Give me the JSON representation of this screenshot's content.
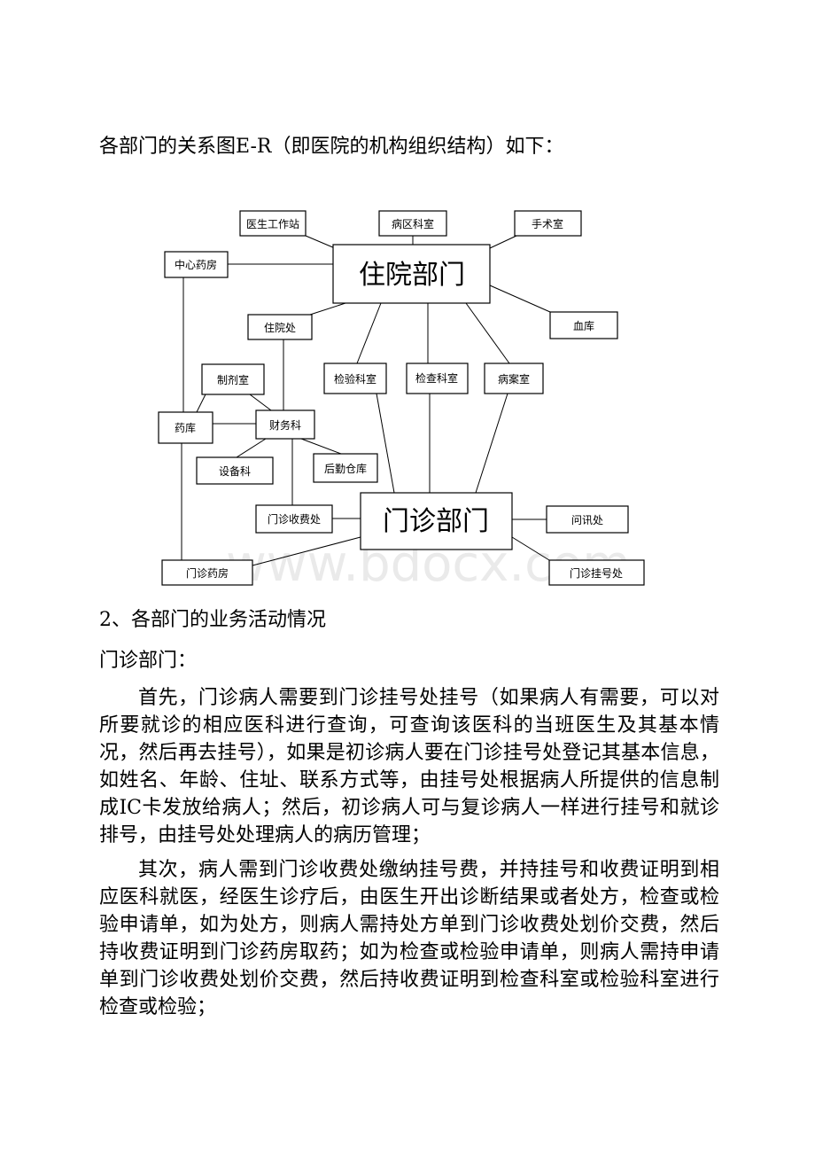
{
  "intro": "各部门的关系图E-R（即医院的机构组织结构）如下：",
  "diagram": {
    "watermark": "www.bdocx.com",
    "nodes": {
      "zhuyuan": "住院部门",
      "menzhen": "门诊部门",
      "yisheng": "医生工作站",
      "bingqu": "病区科室",
      "shoushu": "手术室",
      "zhongxin": "中心药房",
      "xueku": "血库",
      "zhuyuanchu": "住院处",
      "zhiji": "制剂室",
      "jianyan": "检验科室",
      "jiancha": "检查科室",
      "bingan": "病案室",
      "yaoku": "药库",
      "caiwu": "财务科",
      "shebei": "设备科",
      "houqin": "后勤仓库",
      "shoufei": "门诊收费处",
      "wenxun": "问讯处",
      "yaofang": "门诊药房",
      "guahao": "门诊挂号处"
    }
  },
  "heading": "2、各部门的业务活动情况",
  "subheading": "门诊部门：",
  "paragraphs": [
    "首先，门诊病人需要到门诊挂号处挂号（如果病人有需要，可以对所要就诊的相应医科进行查询，可查询该医科的当班医生及其基本情况，然后再去挂号），如果是初诊病人要在门诊挂号处登记其基本信息，如姓名、年龄、住址、联系方式等，由挂号处根据病人所提供的信息制成IC卡发放给病人；然后，初诊病人可与复诊病人一样进行挂号和就诊排号，由挂号处处理病人的病历管理；",
    "其次，病人需到门诊收费处缴纳挂号费，并持挂号和收费证明到相应医科就医，经医生诊疗后，由医生开出诊断结果或者处方，检查或检验申请单，如为处方，则病人需持处方单到门诊收费处划价交费，然后持收费证明到门诊药房取药；如为检查或检验申请单，则病人需持申请单到门诊收费处划价交费，然后持收费证明到检查科室或检验科室进行检查或检验；"
  ]
}
